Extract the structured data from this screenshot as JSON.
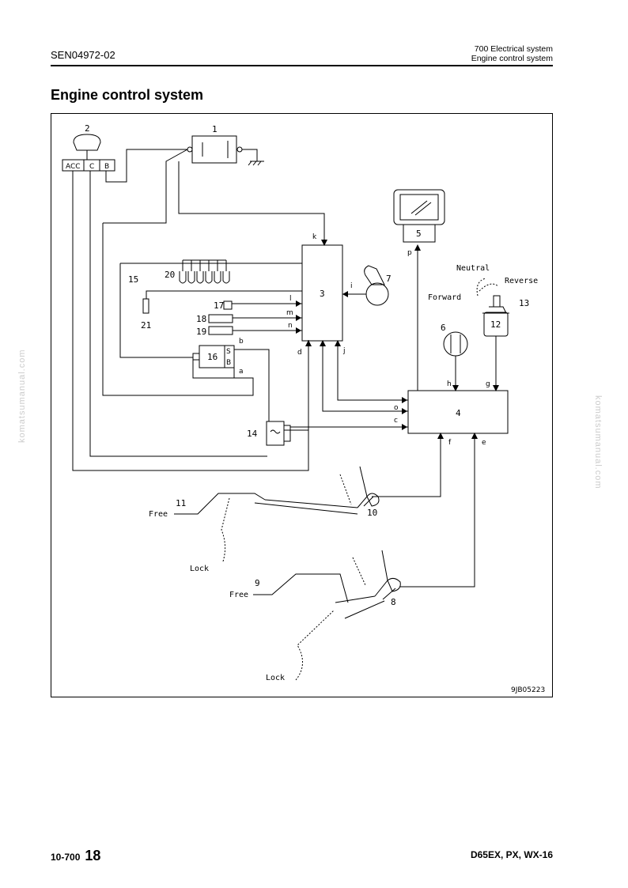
{
  "header": {
    "doc_code": "SEN04972-02",
    "section": "700 Electrical system",
    "subsection": "Engine control system"
  },
  "title": "Engine control system",
  "diagram": {
    "figure_id": "9JB05223",
    "key_terminals": [
      "ACC",
      "C",
      "B"
    ],
    "relay_terminals": [
      "S",
      "B"
    ],
    "component_numbers": [
      "1",
      "2",
      "3",
      "4",
      "5",
      "6",
      "7",
      "8",
      "9",
      "10",
      "11",
      "12",
      "13",
      "14",
      "15",
      "16",
      "17",
      "18",
      "19",
      "20",
      "21"
    ],
    "connector_letters": [
      "a",
      "b",
      "c",
      "d",
      "e",
      "f",
      "g",
      "h",
      "i",
      "j",
      "k",
      "l",
      "m",
      "n",
      "o",
      "p"
    ],
    "labels": {
      "neutral": "Neutral",
      "reverse": "Reverse",
      "forward": "Forward",
      "free_upper": "Free",
      "lock_upper": "Lock",
      "free_lower": "Free",
      "lock_lower": "Lock"
    }
  },
  "footer": {
    "page_prefix": "10-700",
    "page_number": "18",
    "models": "D65EX, PX, WX-16"
  },
  "watermark": "komatsumanual.com"
}
